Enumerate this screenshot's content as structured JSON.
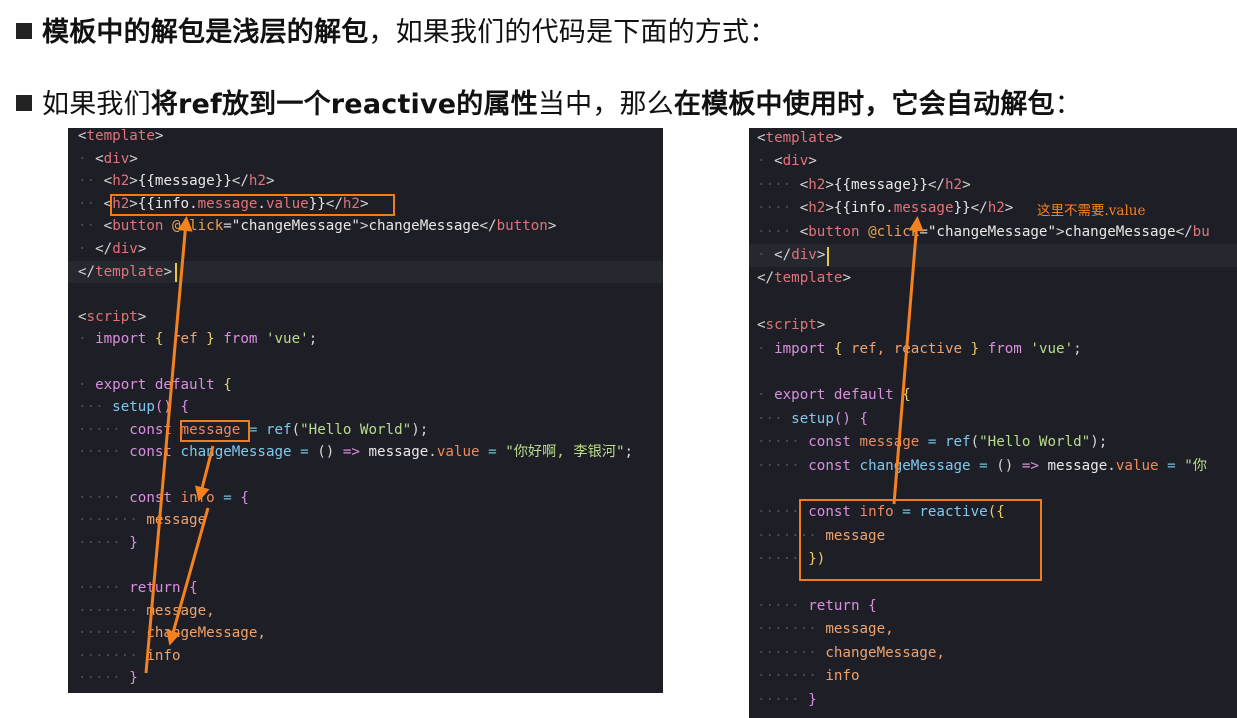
{
  "bullets": [
    {
      "bold_a": "模板中的解包是浅层的解包",
      "normal_b": "，如果我们的代码是下面的方式："
    },
    {
      "normal_a": "如果我们",
      "bold_b": "将ref放到一个reactive的属性",
      "normal_c": "当中，那么",
      "bold_d": "在模板中使用时，它会自动解包",
      "normal_e": "："
    }
  ],
  "left_code": {
    "tpl_open": "template",
    "div_open": "div",
    "h2_a_open": "h2",
    "h2_a_expr": "{{message}}",
    "h2_a_close": "h2",
    "h2_b_open": "h2",
    "h2_b_expr_a": "{{info.",
    "h2_b_expr_b": "message",
    "h2_b_expr_c": ".",
    "h2_b_expr_d": "value",
    "h2_b_expr_e": "}}",
    "h2_b_close": "h2",
    "btn_tag": "button",
    "btn_attr": "@click",
    "btn_val": "\"changeMessage\"",
    "btn_text": "changeMessage",
    "btn_close": "button",
    "div_close": "div",
    "tpl_close": "template",
    "script_tag": "script",
    "import_kw": "import",
    "import_name": "ref",
    "from_kw": "from",
    "import_src": "'vue'",
    "export_kw": "export",
    "default_kw": "default",
    "setup_fn": "setup",
    "const_kw": "const",
    "message_var": "message",
    "ref_fn": "ref",
    "hello_str": "\"Hello World\"",
    "change_var": "changeMessage",
    "arrow": "=>",
    "msg_ref": "message",
    "value_prop": "value",
    "chinese_str": "\"你好啊, 李银河\"",
    "info_var": "info",
    "info_prop": "message",
    "return_kw": "return",
    "ret_message": "message,",
    "ret_change": "changeMessage,",
    "ret_info": "info"
  },
  "right_code": {
    "tpl_open": "template",
    "div_open": "div",
    "h2_a_open": "h2",
    "h2_a_expr": "{{message}}",
    "h2_a_close": "h2",
    "h2_b_open": "h2",
    "h2_b_expr_a": "{{info.",
    "h2_b_expr_b": "message",
    "h2_b_expr_c": "}}",
    "h2_b_close": "h2",
    "annotation": "这里不需要.value",
    "btn_tag": "button",
    "btn_attr": "@click",
    "btn_val": "\"changeMessage\"",
    "btn_text": "changeMessage",
    "btn_close_partial": "bu",
    "div_close": "div",
    "tpl_close": "template",
    "script_tag": "script",
    "import_kw": "import",
    "import_ref": "ref,",
    "import_reactive": "reactive",
    "from_kw": "from",
    "import_src": "'vue'",
    "export_kw": "export",
    "default_kw": "default",
    "setup_fn": "setup",
    "const_kw": "const",
    "message_var": "message",
    "ref_fn": "ref",
    "hello_str": "\"Hello World\"",
    "change_var": "changeMessage",
    "arrow": "=>",
    "msg_ref": "message",
    "value_prop": "value",
    "str_partial": "\"你",
    "info_var": "info",
    "reactive_fn": "reactive",
    "info_prop": "message",
    "return_kw": "return",
    "ret_message": "message,",
    "ret_change": "changeMessage,",
    "ret_info": "info"
  },
  "colors": {
    "highlight_box": "#f07c1c",
    "arrow": "#f5821f",
    "editor_bg": "#1e1f26"
  }
}
